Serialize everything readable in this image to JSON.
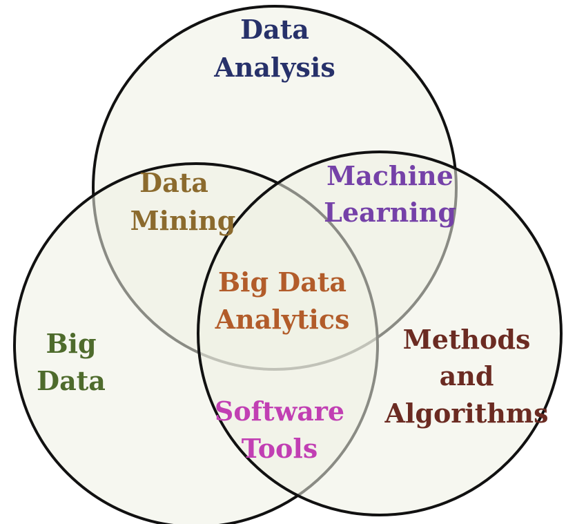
{
  "diagram": {
    "type": "venn",
    "sets": [
      {
        "id": "data-analysis",
        "lines": [
          "Data",
          "Analysis"
        ],
        "color": "#27316a"
      },
      {
        "id": "big-data",
        "lines": [
          "Big",
          "Data"
        ],
        "color": "#4e6b2c"
      },
      {
        "id": "methods-algorithms",
        "lines": [
          "Methods",
          "and",
          "Algorithms"
        ],
        "color": "#6b2b22"
      }
    ],
    "intersections": [
      {
        "id": "data-mining",
        "sets": [
          "data-analysis",
          "big-data"
        ],
        "lines": [
          "Data",
          "Mining"
        ],
        "color": "#8b6a2d"
      },
      {
        "id": "machine-learning",
        "sets": [
          "data-analysis",
          "methods-algorithms"
        ],
        "lines": [
          "Machine",
          "Learning"
        ],
        "color": "#7541a8"
      },
      {
        "id": "software-tools",
        "sets": [
          "big-data",
          "methods-algorithms"
        ],
        "lines": [
          "Software",
          "Tools"
        ],
        "color": "#c13fb3"
      },
      {
        "id": "big-data-analytics",
        "sets": [
          "data-analysis",
          "big-data",
          "methods-algorithms"
        ],
        "lines": [
          "Big Data",
          "Analytics"
        ],
        "color": "#b25c2a"
      }
    ]
  }
}
